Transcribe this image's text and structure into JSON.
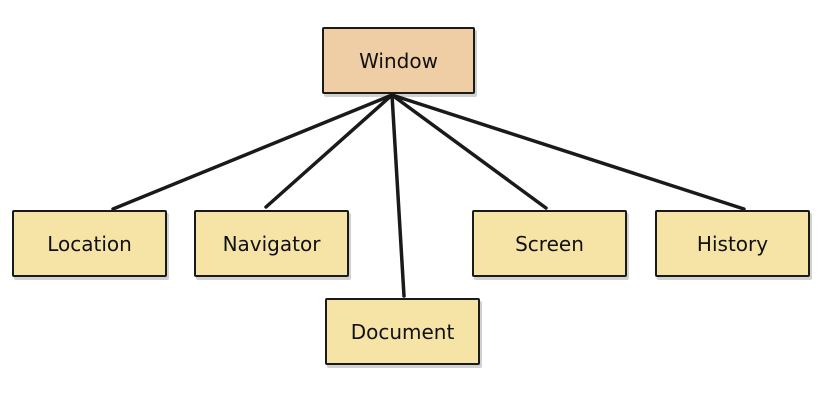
{
  "diagram": {
    "colors": {
      "root_fill": "#EFCDA5",
      "child_fill": "#F6E3A6",
      "stroke": "#1a1a1a"
    },
    "root": {
      "label": "Window"
    },
    "children": [
      {
        "label": "Location"
      },
      {
        "label": "Navigator"
      },
      {
        "label": "Document"
      },
      {
        "label": "Screen"
      },
      {
        "label": "History"
      }
    ]
  }
}
